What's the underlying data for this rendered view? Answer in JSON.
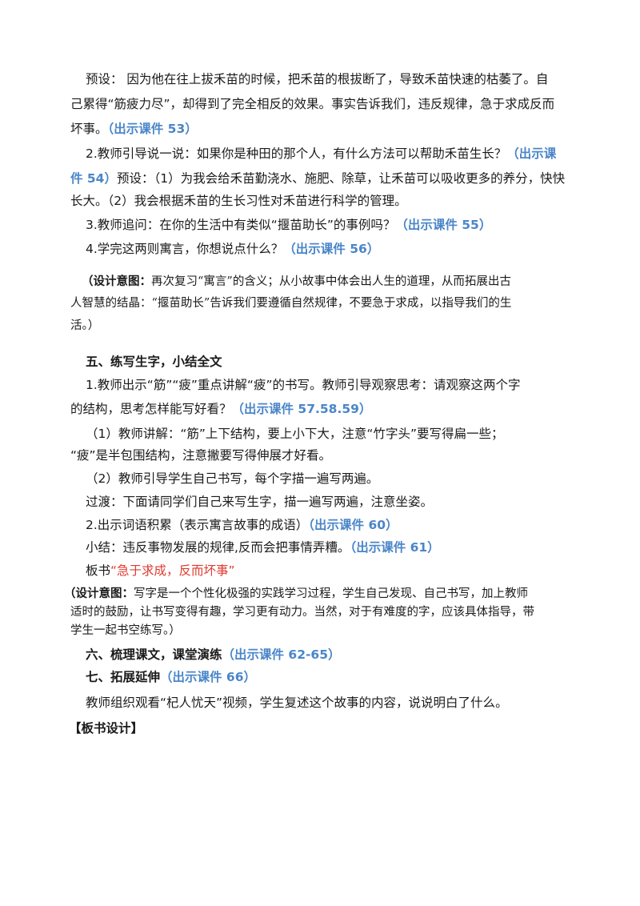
{
  "lines": [
    {
      "text": "预设：  因为他在往上拔禾苗的时候，把禾苗的根拔断了，导致禾苗快速的枯萎了。自"
    },
    {
      "text": "己累得“筋疲力尽”，却得到了完全相反的效果。事实告诉我们，违反规律，急于求成反而"
    },
    {
      "text": "坏事。",
      "link": "（出示课件 53）"
    },
    {
      "text": "2.教师引导说一说：如果你是种田的那个人，有什么方法可以帮助禾苗生长？",
      "link": "（出示课"
    },
    {
      "link": "件 54）",
      "text": "预设：（1）为我会给禾苗勤浇水、施肥、除草，让禾苗可以吸收更多的养分，快快"
    },
    {
      "text": "长大。（2）我会根据禾苗的生长习性对禾苗进行科学的管理。"
    },
    {
      "text": "3.教师追问：在你的生活中有类似“揠苗助长”的事例吗？",
      "link": "（出示课件 55）"
    },
    {
      "text": "4.学完这两则寓言，你想说点什么？",
      "link": "（出示课件 56）"
    },
    {
      "label": "（设计意图：",
      "text": "再次复习“寓言”的含义；从小故事中体会出人生的道理，从而拓展出古"
    },
    {
      "text": "人智慧的结晶：“揠苗助长”告诉我们要遵循自然规律，不要急于求成，以指导我们的生"
    },
    {
      "text": "活。）"
    },
    {
      "text": "五、练写生字，小结全文"
    },
    {
      "text": "1.教师出示“筋”“疲”重点讲解“疲”的书写。教师引导观察思考：请观察这两个字"
    },
    {
      "text": "的结构，思考怎样能写好看？",
      "link": "（出示课件 57.58.59）"
    },
    {
      "text": "（1）教师讲解：“筋”上下结构，要上小下大，注意“竹字头”要写得扁一些；"
    },
    {
      "text": "“疲”是半包围结构，注意撇要写得伸展才好看。"
    },
    {
      "text": "（2）教师引导学生自己书写，每个字描一遍写两遍。"
    },
    {
      "text": "过渡：下面请同学们自己来写生字，描一遍写两遍，注意坐姿。"
    },
    {
      "text": "2.出示词语积累（表示寓言故事的成语）",
      "link": "（出示课件 60）"
    },
    {
      "text": "小结：违反事物发展的规律,反而会把事情弄糟。",
      "link": "（出示课件 61）"
    },
    {
      "text": "板书",
      "red": "“急于求成，反而坏事”"
    },
    {
      "label": "（设计意图：",
      "text": "写字是一个个性化极强的实践学习过程，学生自己发现、自己书写，加上教师"
    },
    {
      "text": "适时的鼓励，让书写变得有趣，学习更有动力。当然，对于有难度的字，应该具体指导，带"
    },
    {
      "text": "学生一起书空练写。）"
    },
    {
      "text": "六、梳理课文，课堂演练",
      "link": "（出示课件 62-65）"
    },
    {
      "text": "七、拓展延伸",
      "link": "（出示课件 66）"
    },
    {
      "text": "教师组织观看“杞人忧天”视频，学生复述这个故事的内容，说说明白了什么。"
    },
    {
      "text": "【板书设计】"
    }
  ]
}
